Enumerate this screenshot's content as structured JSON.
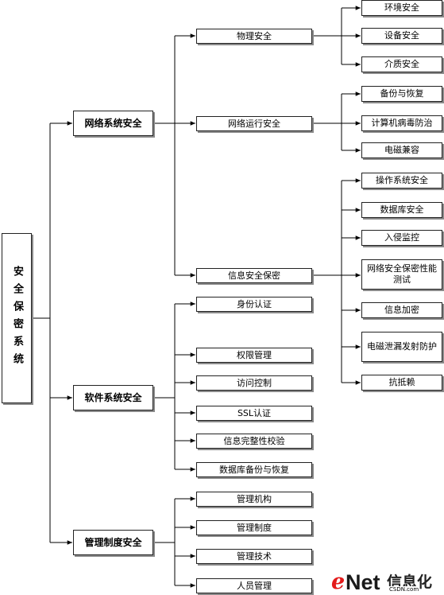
{
  "root": {
    "label": "安全保密系统"
  },
  "branches": [
    {
      "label": "网络系统安全",
      "children": [
        {
          "label": "物理安全",
          "children": [
            "环境安全",
            "设备安全",
            "介质安全"
          ]
        },
        {
          "label": "网络运行安全",
          "children": [
            "备份与恢复",
            "计算机病毒防治",
            "电磁兼容"
          ]
        },
        {
          "label": "信息安全保密",
          "children": [
            "操作系统安全",
            "数据库安全",
            "入侵监控",
            "网络安全保密性能测试",
            "信息加密",
            "电磁泄漏发射防护",
            "抗抵赖"
          ]
        }
      ]
    },
    {
      "label": "软件系统安全",
      "children": [
        {
          "label": "身份认证"
        },
        {
          "label": "权限管理"
        },
        {
          "label": "访问控制"
        },
        {
          "label": "SSL认证"
        },
        {
          "label": "信息完整性校验"
        },
        {
          "label": "数据库备份与恢复"
        }
      ]
    },
    {
      "label": "管理制度安全",
      "children": [
        {
          "label": "管理机构"
        },
        {
          "label": "管理制度"
        },
        {
          "label": "管理技术"
        },
        {
          "label": "人员管理"
        }
      ]
    }
  ],
  "watermark": {
    "brand_e": "e",
    "brand_net": "Net",
    "brand_cn": "信息化",
    "domain": "CSDN.com"
  }
}
